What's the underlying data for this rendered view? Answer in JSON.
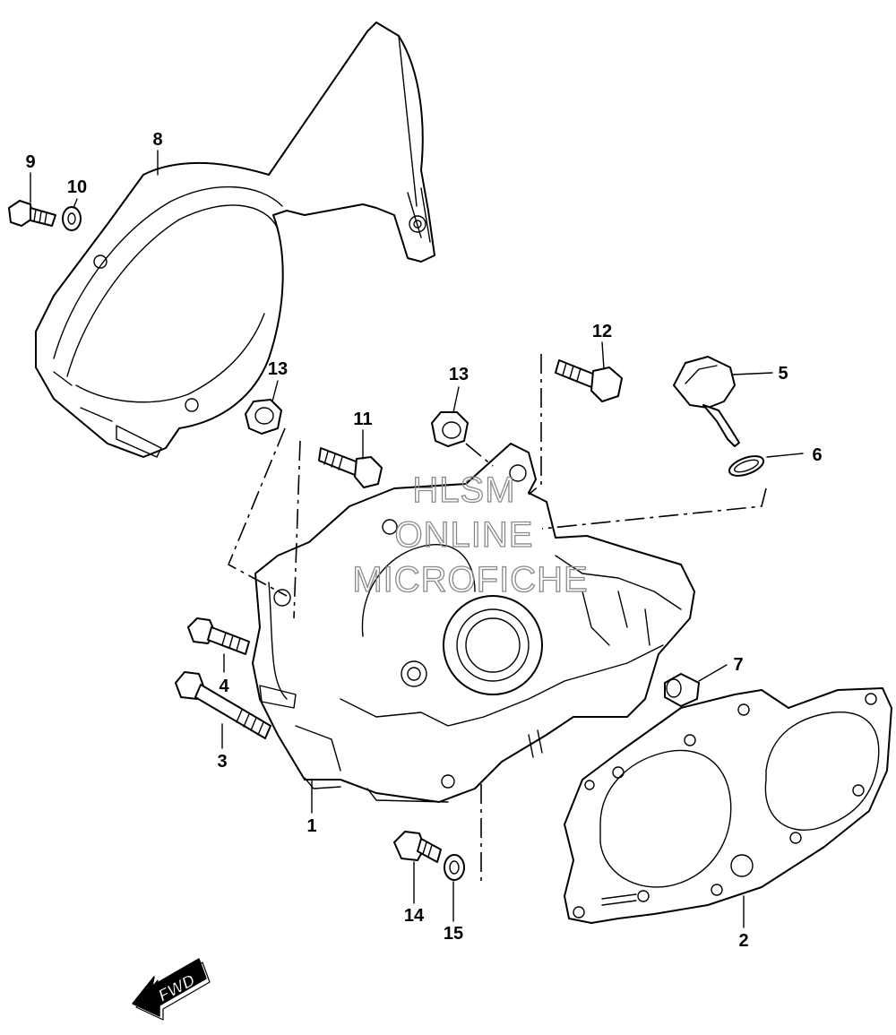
{
  "callouts": {
    "c1": "1",
    "c2": "2",
    "c3": "3",
    "c4": "4",
    "c5": "5",
    "c6": "6",
    "c7": "7",
    "c8": "8",
    "c9": "9",
    "c10": "10",
    "c11": "11",
    "c12": "12",
    "c13a": "13",
    "c13b": "13",
    "c14": "14",
    "c15": "15"
  },
  "watermark": {
    "line1": "HLSM",
    "line2": "ONLINE",
    "line3": "MICROFICHE"
  },
  "direction_badge": "FWD"
}
